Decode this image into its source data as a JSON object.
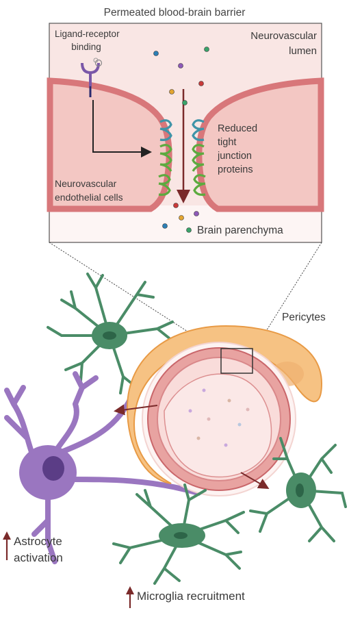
{
  "labels": {
    "title": "Permeated blood-brain barrier",
    "lumen": [
      "Neurovascular",
      "lumen"
    ],
    "ligand": [
      "Ligand-receptor",
      "binding"
    ],
    "tight_junction": [
      "Reduced",
      "tight",
      "junction",
      "proteins"
    ],
    "endothelial": [
      "Neurovascular",
      "endothelial cells"
    ],
    "parenchyma": "Brain parenchyma",
    "pericytes": "Pericytes",
    "astrocyte": [
      "Astrocyte",
      "activation"
    ],
    "microglia": "Microglia recruitment"
  },
  "colors": {
    "inset_bg": "#f9e6e4",
    "endothelium": "#e8a3a1",
    "endothelium_edge": "#c9666a",
    "pericyte": "#f6c283",
    "pericyte_edge": "#e89a45",
    "astrocyte": "#9a76c0",
    "astrocyte_dark": "#5b3d86",
    "microglia": "#4a8c67",
    "microglia_dark": "#2d6548",
    "arrow": "#7a2a2a",
    "tj_blue": "#3f94a8",
    "tj_green": "#5cab3f"
  },
  "icons": {
    "up_arrow": "up-arrow-icon",
    "receptor": "receptor-icon"
  }
}
